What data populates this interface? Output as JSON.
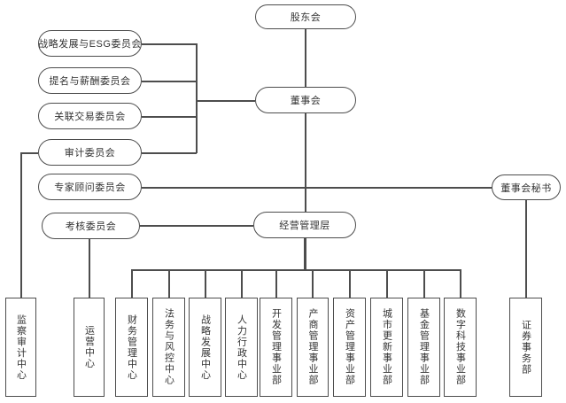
{
  "org_chart": {
    "nodes": {
      "shareholders": "股东会",
      "board": "董事会",
      "management": "经营管理层",
      "board_secretary": "董事会秘书"
    },
    "committees": [
      "战略发展与ESG委员会",
      "提名与薪酬委员会",
      "关联交易委员会",
      "审计委员会",
      "专家顾问委员会",
      "考核委员会"
    ],
    "departments": [
      "监察审计中心",
      "运营中心",
      "财务管理中心",
      "法务与风控中心",
      "战略发展中心",
      "人力行政中心",
      "开发管理事业部",
      "产商管理事业部",
      "资产管理事业部",
      "城市更新事业部",
      "基金管理事业部",
      "数字科技事业部",
      "证券事务部"
    ],
    "colors": {
      "line": "#4d4d4d",
      "border": "#4d4d4d",
      "text": "#333333",
      "background": "#ffffff"
    }
  }
}
